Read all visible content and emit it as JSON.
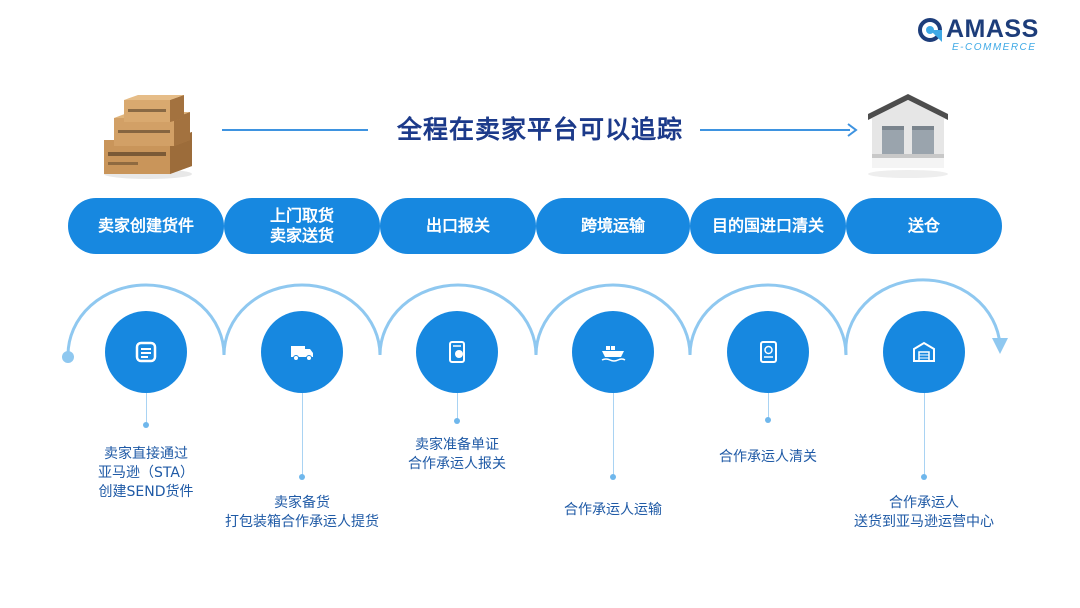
{
  "brand": {
    "name": "AMASS",
    "sub": "E-COMMERCE",
    "accent": "#1788e0",
    "navy": "#1c3a8a"
  },
  "title": "全程在卖家平台可以追踪",
  "start_icon": "cardboard-boxes-image",
  "end_icon": "warehouse-image",
  "pills": [
    {
      "label_1": "卖家创建货件",
      "label_2": ""
    },
    {
      "label_1": "上门取货",
      "label_2": "卖家送货"
    },
    {
      "label_1": "出口报关",
      "label_2": ""
    },
    {
      "label_1": "跨境运输",
      "label_2": ""
    },
    {
      "label_1": "目的国进口清关",
      "label_2": ""
    },
    {
      "label_1": "送仓",
      "label_2": ""
    }
  ],
  "steps": [
    {
      "icon": "form-icon",
      "text": "卖家直接通过\n亚马逊（STA）\n创建SEND货件"
    },
    {
      "icon": "truck-icon",
      "text": "卖家备货\n打包装箱合作承运人提货"
    },
    {
      "icon": "passport-icon",
      "text": "卖家准备单证\n合作承运人报关"
    },
    {
      "icon": "ship-icon",
      "text": "合作承运人运输"
    },
    {
      "icon": "passport-book-icon",
      "text": "合作承运人清关"
    },
    {
      "icon": "warehouse-icon",
      "text": "合作承运人\n送货到亚马逊运营中心"
    }
  ]
}
